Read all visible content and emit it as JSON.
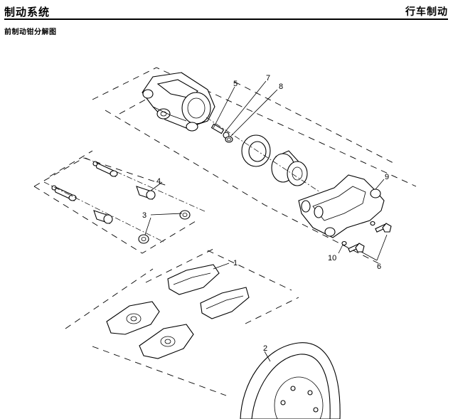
{
  "header": {
    "section_title": "制动系统",
    "chapter_title": "行车制动"
  },
  "subtitle": "前制动钳分解图",
  "callouts": [
    {
      "id": "1",
      "label": "1"
    },
    {
      "id": "2",
      "label": "2"
    },
    {
      "id": "3",
      "label": "3"
    },
    {
      "id": "4",
      "label": "4"
    },
    {
      "id": "5",
      "label": "5"
    },
    {
      "id": "6",
      "label": "6"
    },
    {
      "id": "7",
      "label": "7"
    },
    {
      "id": "8",
      "label": "8"
    },
    {
      "id": "9",
      "label": "9"
    },
    {
      "id": "10",
      "label": "10"
    }
  ]
}
